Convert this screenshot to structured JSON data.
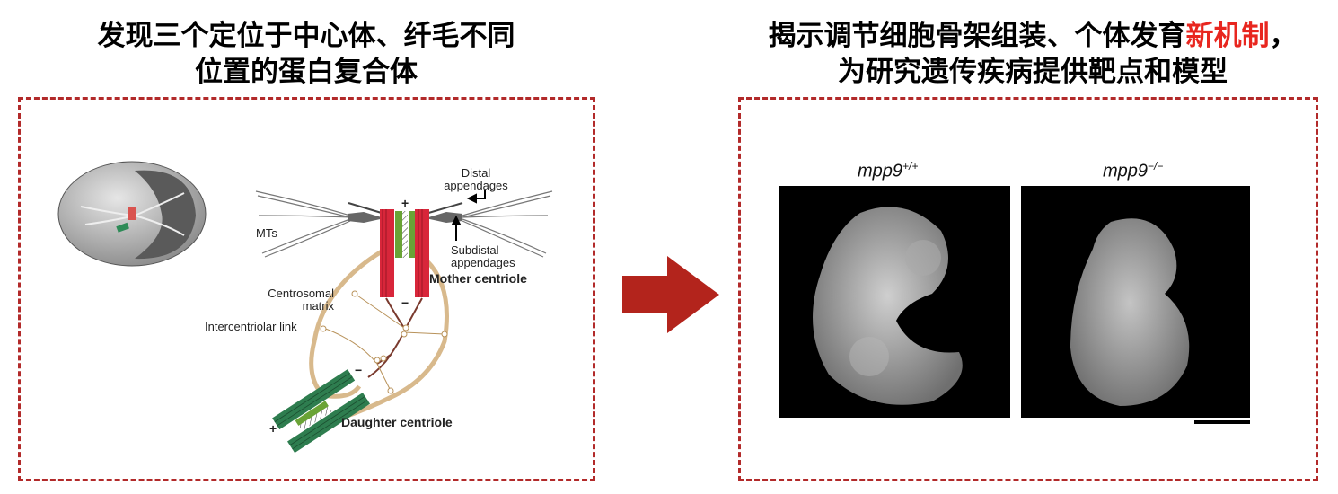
{
  "left": {
    "title_line1": "发现三个定位于中心体、纤毛不同",
    "title_line2": "位置的蛋白复合体",
    "labels": {
      "distal": "Distal appendages",
      "mts": "MTs",
      "subdistal": "Subdistal appendages",
      "mother": "Mother centriole",
      "matrix": "Centrosomal matrix",
      "link": "Intercentriolar link",
      "daughter": "Daughter centriole",
      "plus": "+",
      "minus": "−"
    }
  },
  "right": {
    "title_line1_prefix": "揭示调节细胞骨架组装、个体发育",
    "title_line1_highlight": "新机制",
    "title_line1_suffix": "，",
    "title_line2": "为研究遗传疾病提供靶点和模型",
    "genotype_wt": "mpp9",
    "genotype_wt_sup": "+/+",
    "genotype_ko": "mpp9",
    "genotype_ko_sup": "−/−"
  },
  "colors": {
    "dashed_border": "#b22a2a",
    "highlight": "#e8261f",
    "arrow": "#b3241c"
  }
}
